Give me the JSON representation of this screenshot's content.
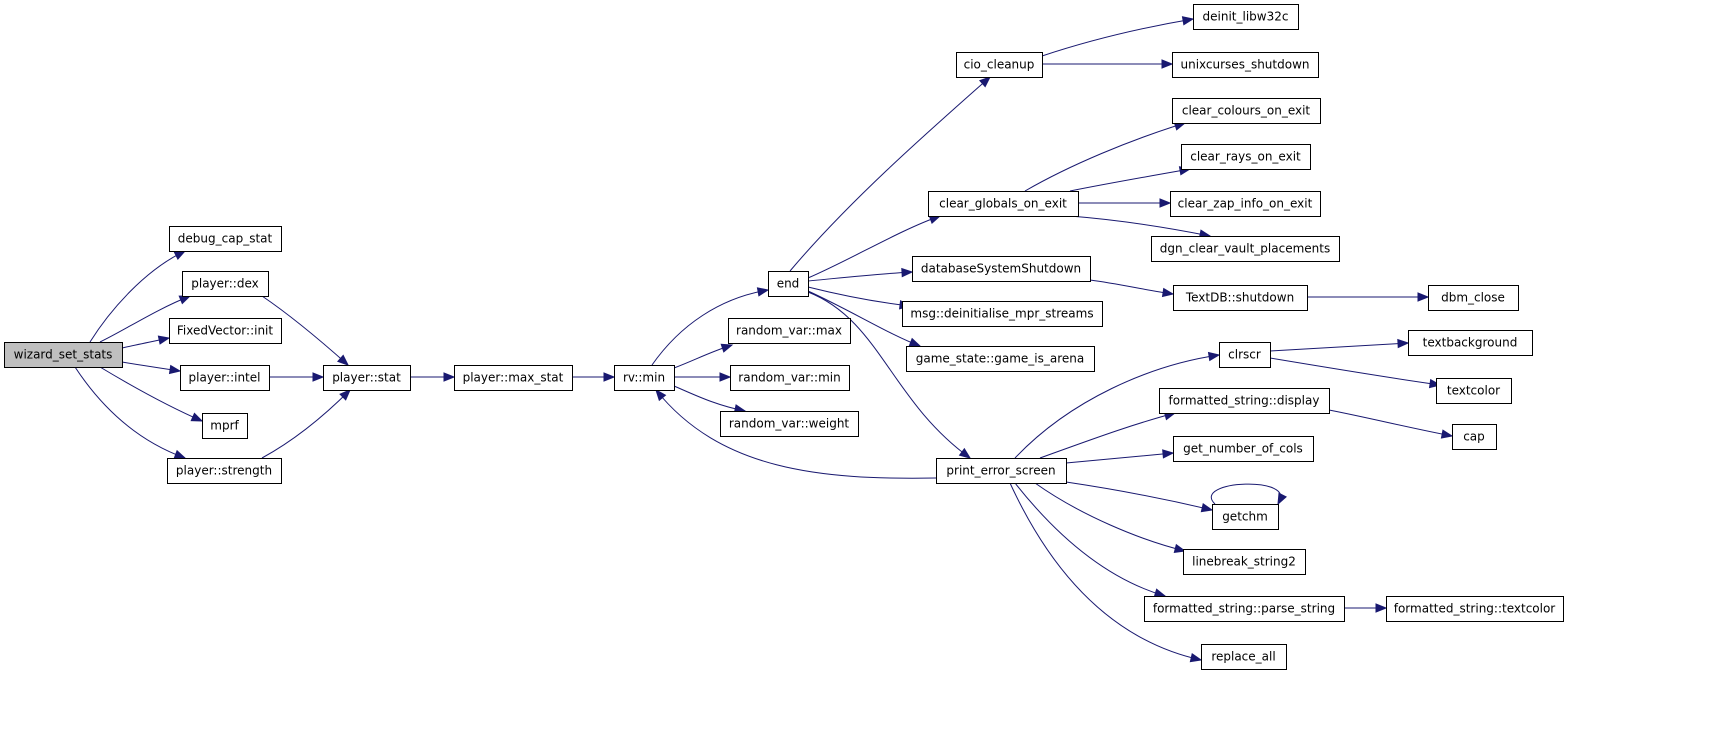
{
  "graph": {
    "root": "wizard_set_stats",
    "nodes": [
      {
        "id": "wizard_set_stats",
        "label": "wizard_set_stats"
      },
      {
        "id": "debug_cap_stat",
        "label": "debug_cap_stat"
      },
      {
        "id": "player_dex",
        "label": "player::dex"
      },
      {
        "id": "fixedvector_init",
        "label": "FixedVector::init"
      },
      {
        "id": "player_intel",
        "label": "player::intel"
      },
      {
        "id": "mprf",
        "label": "mprf"
      },
      {
        "id": "player_strength",
        "label": "player::strength"
      },
      {
        "id": "player_stat",
        "label": "player::stat"
      },
      {
        "id": "player_max_stat",
        "label": "player::max_stat"
      },
      {
        "id": "rv_min",
        "label": "rv::min"
      },
      {
        "id": "end",
        "label": "end"
      },
      {
        "id": "random_var_max",
        "label": "random_var::max"
      },
      {
        "id": "random_var_min",
        "label": "random_var::min"
      },
      {
        "id": "random_var_weight",
        "label": "random_var::weight"
      },
      {
        "id": "cio_cleanup",
        "label": "cio_cleanup"
      },
      {
        "id": "clear_globals_on_exit",
        "label": "clear_globals_on_exit"
      },
      {
        "id": "databasesystemshutdown",
        "label": "databaseSystemShutdown"
      },
      {
        "id": "msg_deinitialise",
        "label": "msg::deinitialise_mpr_streams"
      },
      {
        "id": "game_is_arena",
        "label": "game_state::game_is_arena"
      },
      {
        "id": "print_error_screen",
        "label": "print_error_screen"
      },
      {
        "id": "deinit_libw32c",
        "label": "deinit_libw32c"
      },
      {
        "id": "unixcurses_shutdown",
        "label": "unixcurses_shutdown"
      },
      {
        "id": "clear_colours_on_exit",
        "label": "clear_colours_on_exit"
      },
      {
        "id": "clear_rays_on_exit",
        "label": "clear_rays_on_exit"
      },
      {
        "id": "clear_zap_info_on_exit",
        "label": "clear_zap_info_on_exit"
      },
      {
        "id": "dgn_clear_vault_placements",
        "label": "dgn_clear_vault_placements"
      },
      {
        "id": "textdb_shutdown",
        "label": "TextDB::shutdown"
      },
      {
        "id": "dbm_close",
        "label": "dbm_close"
      },
      {
        "id": "clrscr",
        "label": "clrscr"
      },
      {
        "id": "fs_display",
        "label": "formatted_string::display"
      },
      {
        "id": "get_number_of_cols",
        "label": "get_number_of_cols"
      },
      {
        "id": "getchm",
        "label": "getchm"
      },
      {
        "id": "linebreak_string2",
        "label": "linebreak_string2"
      },
      {
        "id": "fs_parse_string",
        "label": "formatted_string::parse_string"
      },
      {
        "id": "replace_all",
        "label": "replace_all"
      },
      {
        "id": "textbackground",
        "label": "textbackground"
      },
      {
        "id": "textcolor",
        "label": "textcolor"
      },
      {
        "id": "cap",
        "label": "cap"
      },
      {
        "id": "fs_textcolor",
        "label": "formatted_string::textcolor"
      }
    ],
    "edges": [
      {
        "from": "wizard_set_stats",
        "to": "debug_cap_stat"
      },
      {
        "from": "wizard_set_stats",
        "to": "player_dex"
      },
      {
        "from": "wizard_set_stats",
        "to": "fixedvector_init"
      },
      {
        "from": "wizard_set_stats",
        "to": "player_intel"
      },
      {
        "from": "wizard_set_stats",
        "to": "mprf"
      },
      {
        "from": "wizard_set_stats",
        "to": "player_strength"
      },
      {
        "from": "player_dex",
        "to": "player_stat"
      },
      {
        "from": "player_intel",
        "to": "player_stat"
      },
      {
        "from": "player_strength",
        "to": "player_stat"
      },
      {
        "from": "player_stat",
        "to": "player_max_stat"
      },
      {
        "from": "player_max_stat",
        "to": "rv_min"
      },
      {
        "from": "rv_min",
        "to": "end"
      },
      {
        "from": "rv_min",
        "to": "random_var_max"
      },
      {
        "from": "rv_min",
        "to": "random_var_min"
      },
      {
        "from": "rv_min",
        "to": "random_var_weight"
      },
      {
        "from": "end",
        "to": "cio_cleanup"
      },
      {
        "from": "end",
        "to": "clear_globals_on_exit"
      },
      {
        "from": "end",
        "to": "databasesystemshutdown"
      },
      {
        "from": "end",
        "to": "msg_deinitialise"
      },
      {
        "from": "end",
        "to": "game_is_arena"
      },
      {
        "from": "end",
        "to": "print_error_screen"
      },
      {
        "from": "print_error_screen",
        "to": "rv_min"
      },
      {
        "from": "cio_cleanup",
        "to": "deinit_libw32c"
      },
      {
        "from": "cio_cleanup",
        "to": "unixcurses_shutdown"
      },
      {
        "from": "clear_globals_on_exit",
        "to": "clear_colours_on_exit"
      },
      {
        "from": "clear_globals_on_exit",
        "to": "clear_rays_on_exit"
      },
      {
        "from": "clear_globals_on_exit",
        "to": "clear_zap_info_on_exit"
      },
      {
        "from": "clear_globals_on_exit",
        "to": "dgn_clear_vault_placements"
      },
      {
        "from": "databasesystemshutdown",
        "to": "textdb_shutdown"
      },
      {
        "from": "textdb_shutdown",
        "to": "dbm_close"
      },
      {
        "from": "print_error_screen",
        "to": "clrscr"
      },
      {
        "from": "print_error_screen",
        "to": "fs_display"
      },
      {
        "from": "print_error_screen",
        "to": "get_number_of_cols"
      },
      {
        "from": "print_error_screen",
        "to": "getchm"
      },
      {
        "from": "print_error_screen",
        "to": "linebreak_string2"
      },
      {
        "from": "print_error_screen",
        "to": "fs_parse_string"
      },
      {
        "from": "print_error_screen",
        "to": "replace_all"
      },
      {
        "from": "clrscr",
        "to": "textbackground"
      },
      {
        "from": "clrscr",
        "to": "textcolor"
      },
      {
        "from": "fs_display",
        "to": "cap"
      },
      {
        "from": "getchm",
        "to": "getchm"
      },
      {
        "from": "fs_parse_string",
        "to": "fs_textcolor"
      }
    ]
  }
}
